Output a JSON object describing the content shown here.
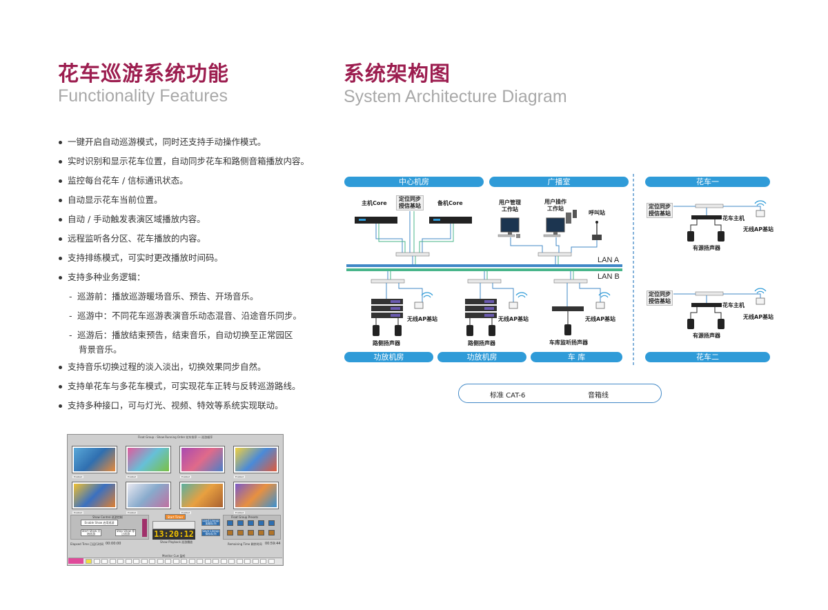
{
  "left": {
    "title_cn": "花车巡游系统功能",
    "title_en": "Functionality Features",
    "features": [
      "一键开启自动巡游模式，同时还支持手动操作模式。",
      "实时识别和显示花车位置，自动同步花车和路侧音箱播放内容。",
      "监控每台花车 / 信标通讯状态。",
      "自动显示花车当前位置。",
      "自动 / 手动触发表演区域播放内容。",
      "远程监听各分区、花车播放的内容。",
      "支持排练模式，可实时更改播放时间码。",
      "支持多种业务逻辑："
    ],
    "sub_features": [
      "巡游前：播放巡游暖场音乐、预告、开场音乐。",
      "巡游中：不同花车巡游表演音乐动态混音、沿途音乐同步。",
      "巡游后：播放结束预告，结束音乐，自动切换至正常园区"
    ],
    "sub_continuation": "背景音乐。",
    "features_after": [
      "支持音乐切换过程的淡入淡出，切换效果同步自然。",
      "支持单花车与多花车模式，可实现花车正转与反转巡游路线。",
      "支持多种接口，可与灯光、视频、特效等系统实现联动。"
    ]
  },
  "screenshot": {
    "title": "Float Group - Show Running Order 花车排序 — 巡游顺序",
    "thumb_enabled": "Enabled",
    "show_control_label": "Show Control 巡游控制",
    "enable_show": "Enable Show 启用巡游",
    "start_show": "Start Show 开始巡游",
    "stop_show": "Stop Show 停止巡游",
    "start_timer": "Start Timer",
    "clock": "13:20:12",
    "load_lineup": "Load Lineup 加载队列",
    "save_lineup": "Save Lineup 保存队列",
    "preset_label": "Float Group Presets",
    "elapsed_label": "Elapsed Time 已运行时间",
    "elapsed_value": "00:00:00",
    "remaining_label": "Remaining Time 剩余时间",
    "remaining_value": "00:59:44",
    "playback_label": "Show Playback 巡游播放",
    "monitor_label": "Monitor Cue 监听"
  },
  "right": {
    "title_cn": "系统架构图",
    "title_en": "System Architecture Diagram",
    "zones_top": [
      "中心机房",
      "广播室",
      "花车一"
    ],
    "zones_bottom": [
      "功放机房",
      "功放机房",
      "车 库",
      "花车二"
    ],
    "labels": {
      "main_core": "主机Core",
      "positioning_line1": "定位同步",
      "positioning_line2": "授信基站",
      "backup_core": "备机Core",
      "user_ws_line1": "用户管理",
      "user_ws_line2": "工作站",
      "op_ws_line1": "用户操作",
      "op_ws_line2": "工作站",
      "call_station": "呼叫站",
      "lan_a": "LAN A",
      "lan_b": "LAN B",
      "wifi_ap": "无线AP基站",
      "roadside_speaker": "路侧扬声器",
      "garage_speaker": "车库监听扬声器",
      "float_host": "花车主机",
      "active_speaker": "有源扬声器"
    },
    "legend": {
      "cat6_label": "标准 CAT-6",
      "speaker_label": "音箱线"
    },
    "colors": {
      "accent_title": "#9c1d4f",
      "zone_blue": "#2f9bd8",
      "lan_a": "#3f87c6",
      "lan_b": "#48b58a"
    }
  }
}
